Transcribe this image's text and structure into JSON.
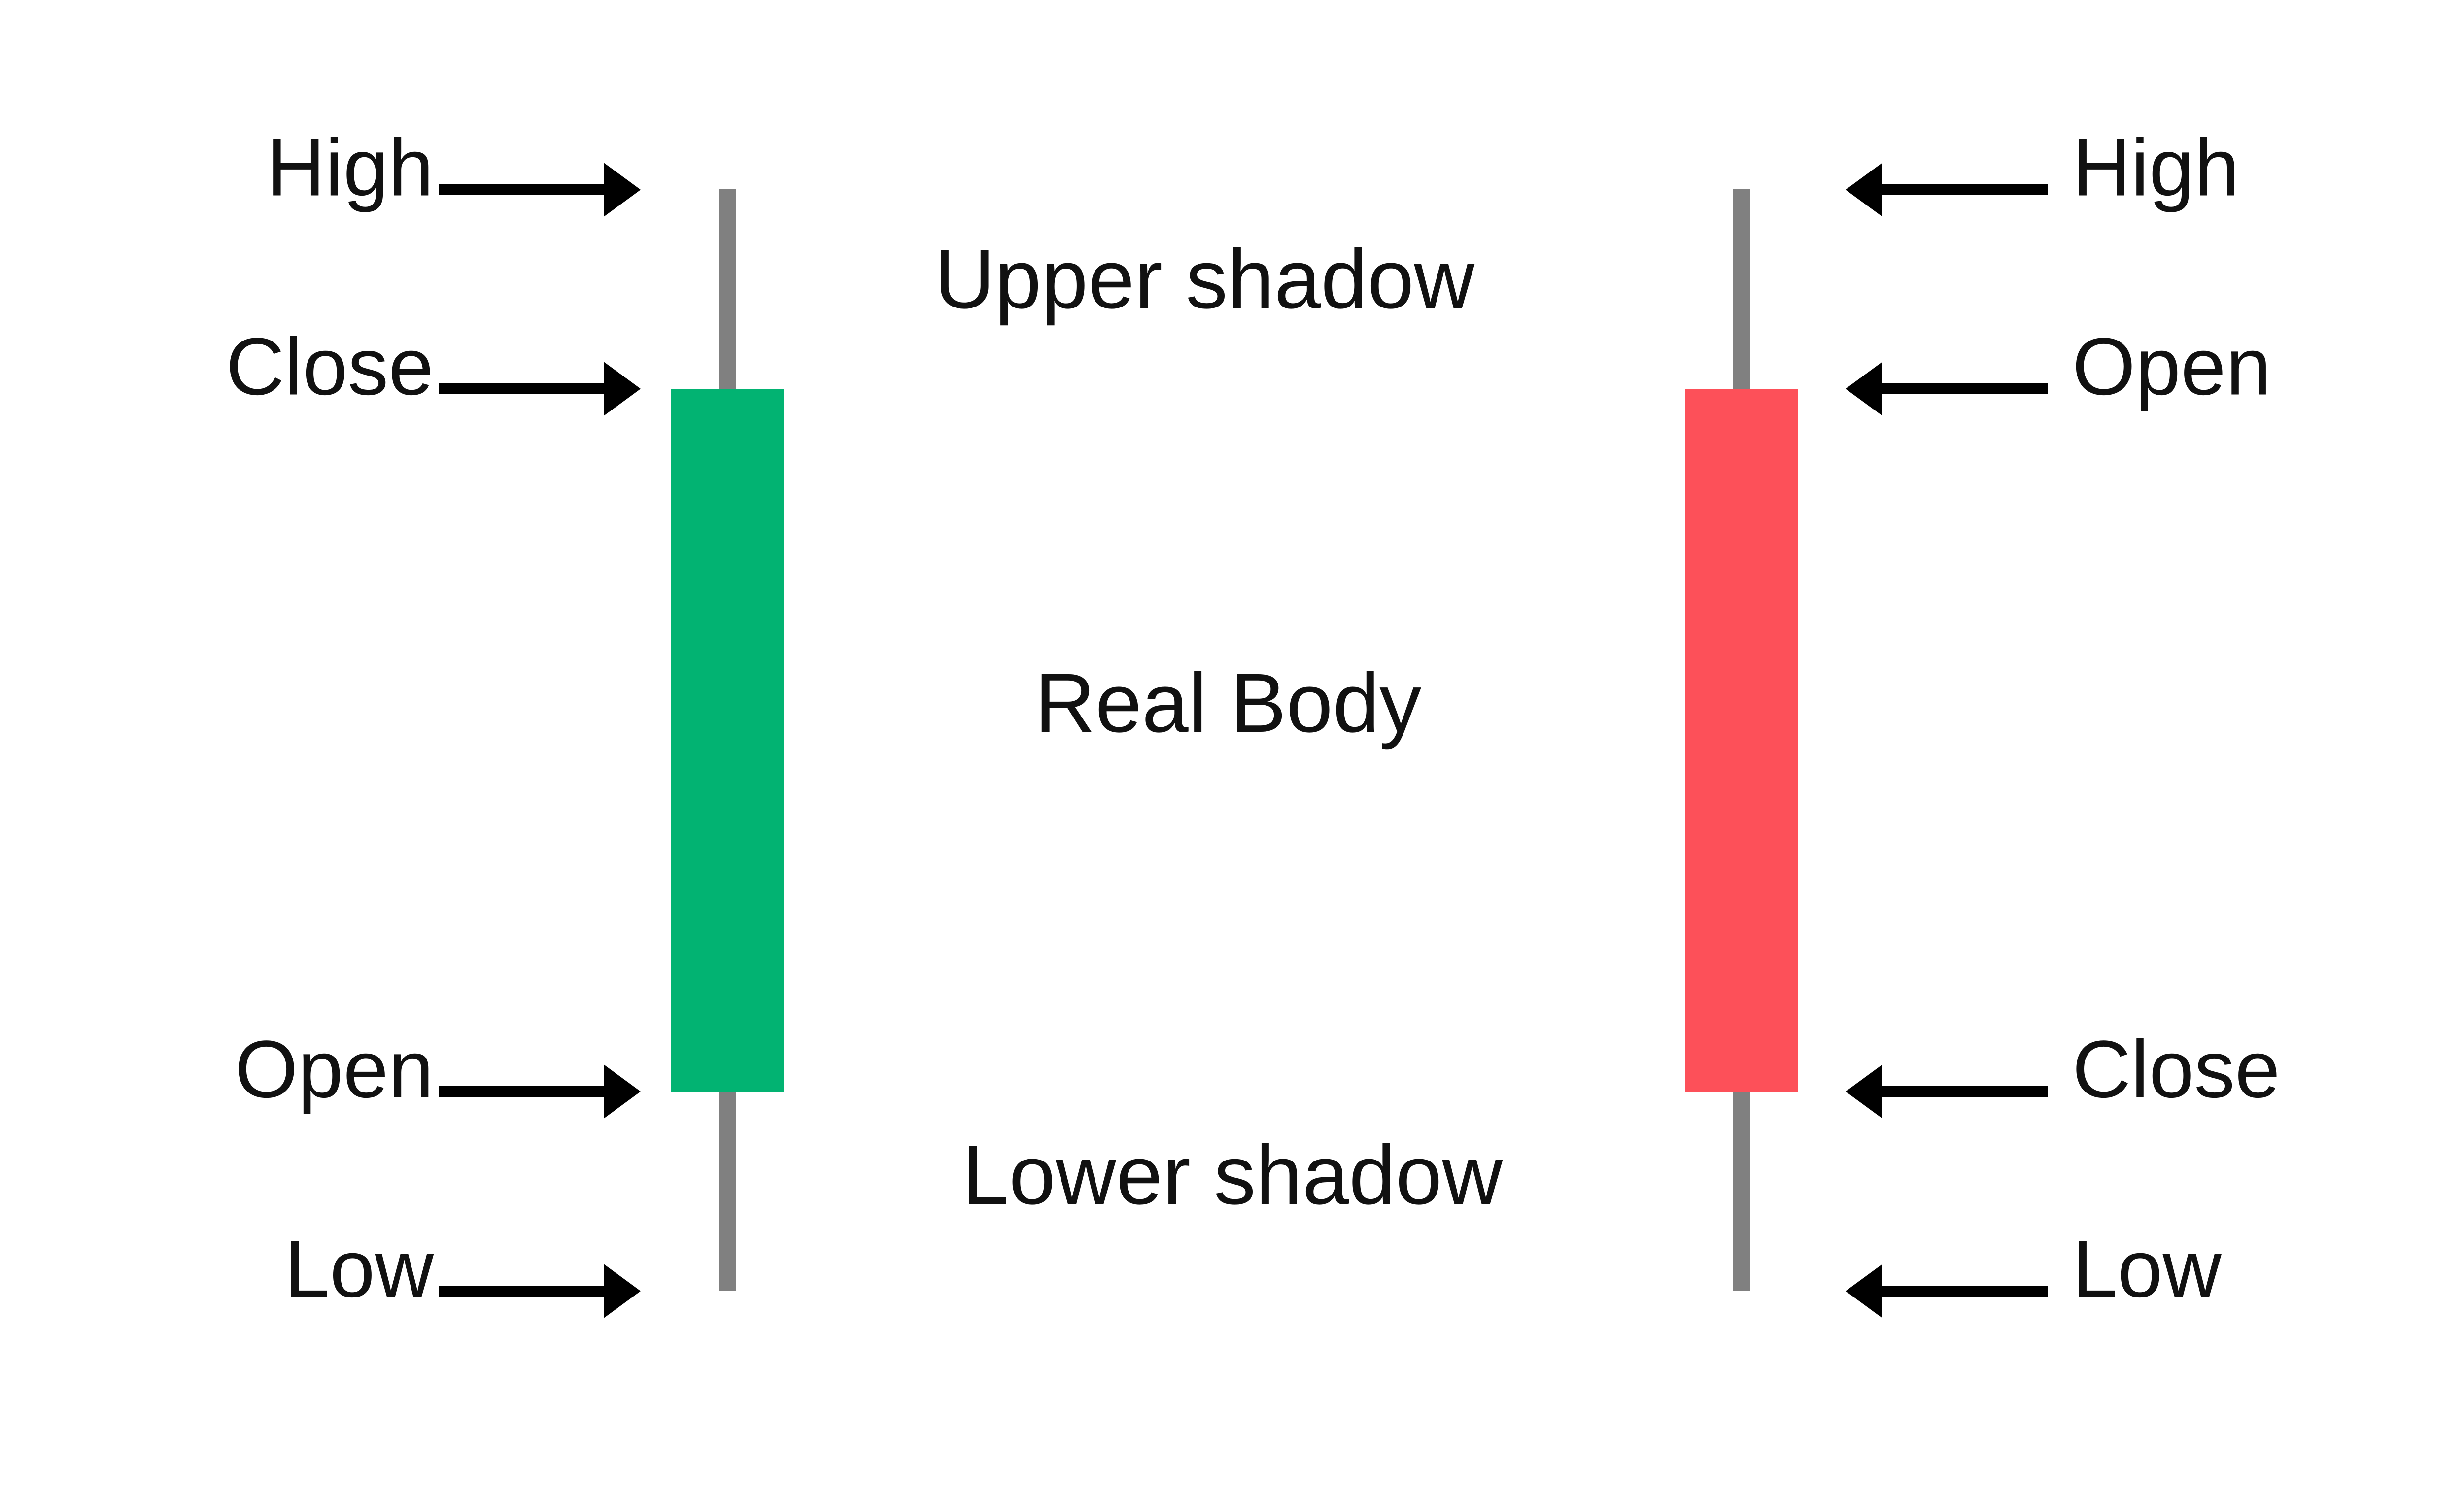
{
  "colors": {
    "bullish_body": "#02b372",
    "bearish_body": "#fd5059",
    "wick": "#808080",
    "arrow": "#000000",
    "text": "#111111",
    "background": "#ffffff"
  },
  "center_labels": {
    "upper_shadow": "Upper shadow",
    "real_body": "Real Body",
    "lower_shadow": "Lower shadow"
  },
  "left_candle": {
    "type": "bullish",
    "labels": {
      "wick_top": "High",
      "body_top": "Close",
      "body_bottom": "Open",
      "wick_bottom": "Low"
    }
  },
  "right_candle": {
    "type": "bearish",
    "labels": {
      "wick_top": "High",
      "body_top": "Open",
      "body_bottom": "Close",
      "wick_bottom": "Low"
    }
  }
}
